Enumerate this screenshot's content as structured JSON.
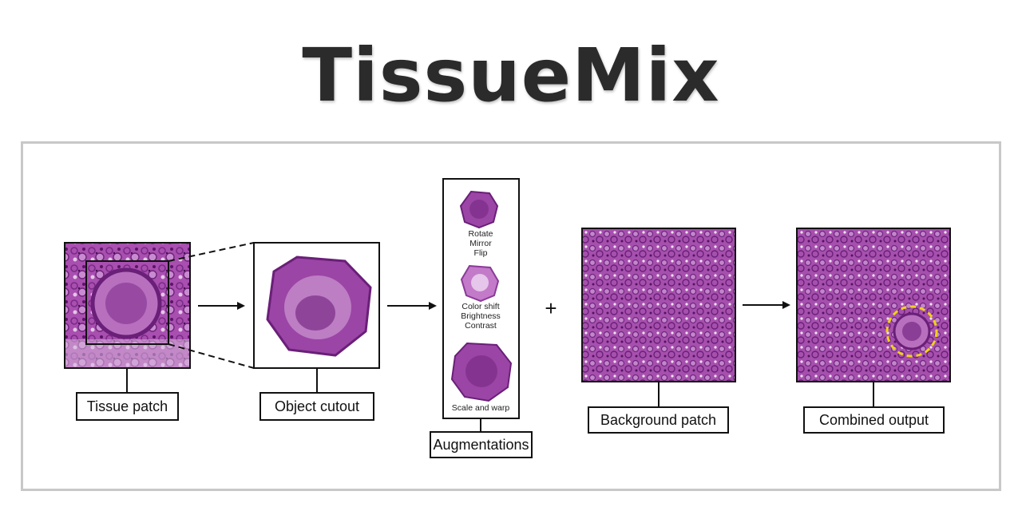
{
  "title": "TissueMix",
  "steps": {
    "tissue_patch": "Tissue patch",
    "object_cutout": "Object cutout",
    "augmentations": "Augmentations",
    "background_patch": "Background patch",
    "combined_output": "Combined output"
  },
  "augmentation_notes": {
    "rotate": "Rotate",
    "mirror": "Mirror",
    "flip": "Flip",
    "color_shift": "Color shift",
    "brightness": "Brightness",
    "contrast": "Contrast",
    "scale_warp": "Scale and warp"
  },
  "operator": "+",
  "colors": {
    "tissue_light": "#b25ab6",
    "tissue_dark": "#6a1f78",
    "highlight_circle": "#f1d21b"
  }
}
